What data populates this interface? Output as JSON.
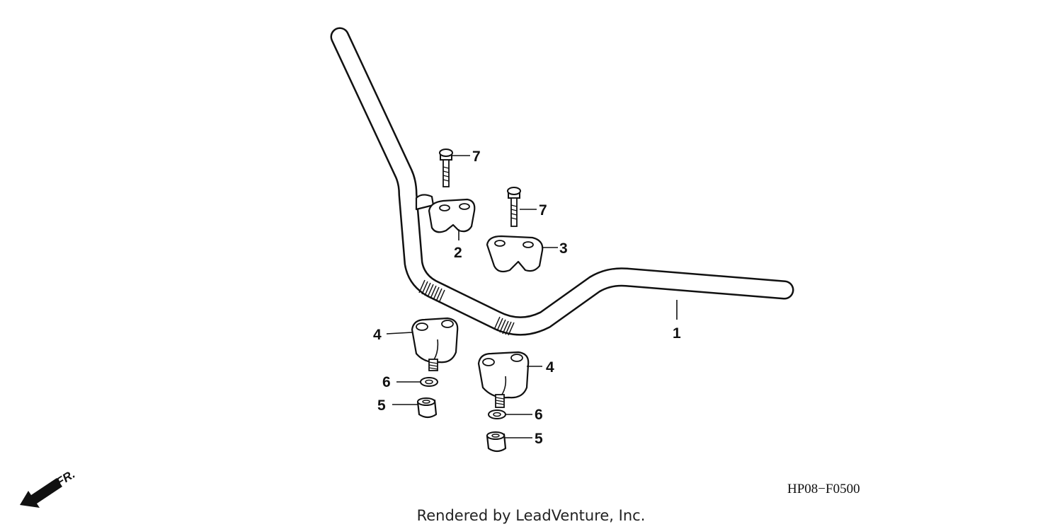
{
  "diagram": {
    "code": "HP08−F0500",
    "credit": "Rendered by LeadVenture, Inc.",
    "fr_label": "FR.",
    "callouts": [
      {
        "id": "c1",
        "label": "1"
      },
      {
        "id": "c2",
        "label": "2"
      },
      {
        "id": "c3",
        "label": "3"
      },
      {
        "id": "c4a",
        "label": "4"
      },
      {
        "id": "c4b",
        "label": "4"
      },
      {
        "id": "c5a",
        "label": "5"
      },
      {
        "id": "c5b",
        "label": "5"
      },
      {
        "id": "c6a",
        "label": "6"
      },
      {
        "id": "c6b",
        "label": "6"
      },
      {
        "id": "c7a",
        "label": "7"
      },
      {
        "id": "c7b",
        "label": "7"
      }
    ]
  }
}
